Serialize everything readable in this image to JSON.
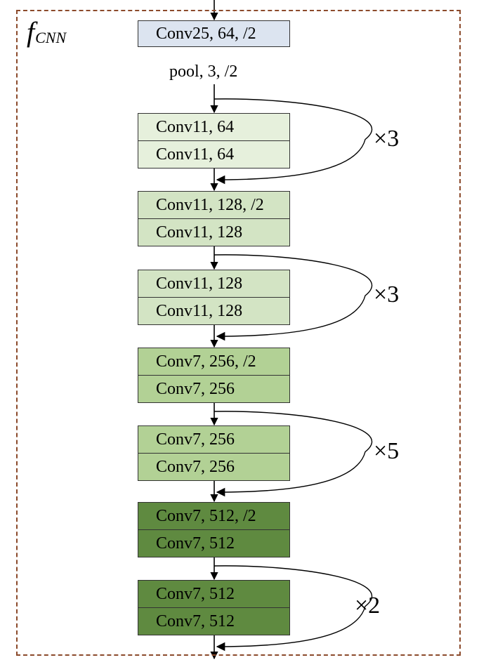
{
  "frame_label": {
    "main": "f",
    "subscript": "CNN"
  },
  "first_layer": {
    "label": "Conv25, 64, /2",
    "color": "#dce4f0"
  },
  "pool_label": "pool, 3, /2",
  "stages": [
    {
      "color": "#e6f0dc",
      "blocks": [
        {
          "label": "Conv11, 64",
          "role": "repeat-top"
        },
        {
          "label": "Conv11, 64",
          "role": "repeat-bottom"
        }
      ],
      "repeat": "×3"
    },
    {
      "color": "#d3e4c4",
      "blocks": [
        {
          "label": "Conv11, 128, /2",
          "role": "head-top"
        },
        {
          "label": "Conv11, 128",
          "role": "head-bottom"
        },
        {
          "label": "Conv11, 128",
          "role": "repeat-top"
        },
        {
          "label": "Conv11, 128",
          "role": "repeat-bottom"
        }
      ],
      "repeat": "×3"
    },
    {
      "color": "#b2d195",
      "blocks": [
        {
          "label": "Conv7, 256, /2",
          "role": "head-top"
        },
        {
          "label": "Conv7, 256",
          "role": "head-bottom"
        },
        {
          "label": "Conv7, 256",
          "role": "repeat-top"
        },
        {
          "label": "Conv7, 256",
          "role": "repeat-bottom"
        }
      ],
      "repeat": "×5"
    },
    {
      "color": "#5f8a40",
      "blocks": [
        {
          "label": "Conv7, 512, /2",
          "role": "head-top"
        },
        {
          "label": "Conv7, 512",
          "role": "head-bottom"
        },
        {
          "label": "Conv7, 512",
          "role": "repeat-top"
        },
        {
          "label": "Conv7, 512",
          "role": "repeat-bottom"
        }
      ],
      "repeat": "×2"
    }
  ],
  "colors": {
    "frame_border": "#8b4a2b",
    "box_border": "#333333",
    "arrow": "#000000"
  }
}
